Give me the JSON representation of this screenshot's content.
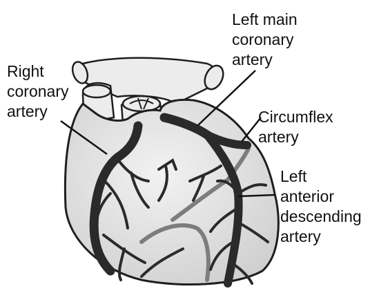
{
  "labels": {
    "right_coronary": [
      "Right",
      "coronary",
      "artery"
    ],
    "left_main": [
      "Left main",
      "coronary",
      "artery"
    ],
    "circumflex": [
      "Circumflex",
      "artery"
    ],
    "lad": [
      "Left",
      "anterior",
      "descending",
      "artery"
    ]
  },
  "colors": {
    "artery": "#2a2a2a",
    "heart_fill": "#e6e6e6",
    "outline": "#1e1e1e",
    "vein": "#7d7d7d"
  }
}
